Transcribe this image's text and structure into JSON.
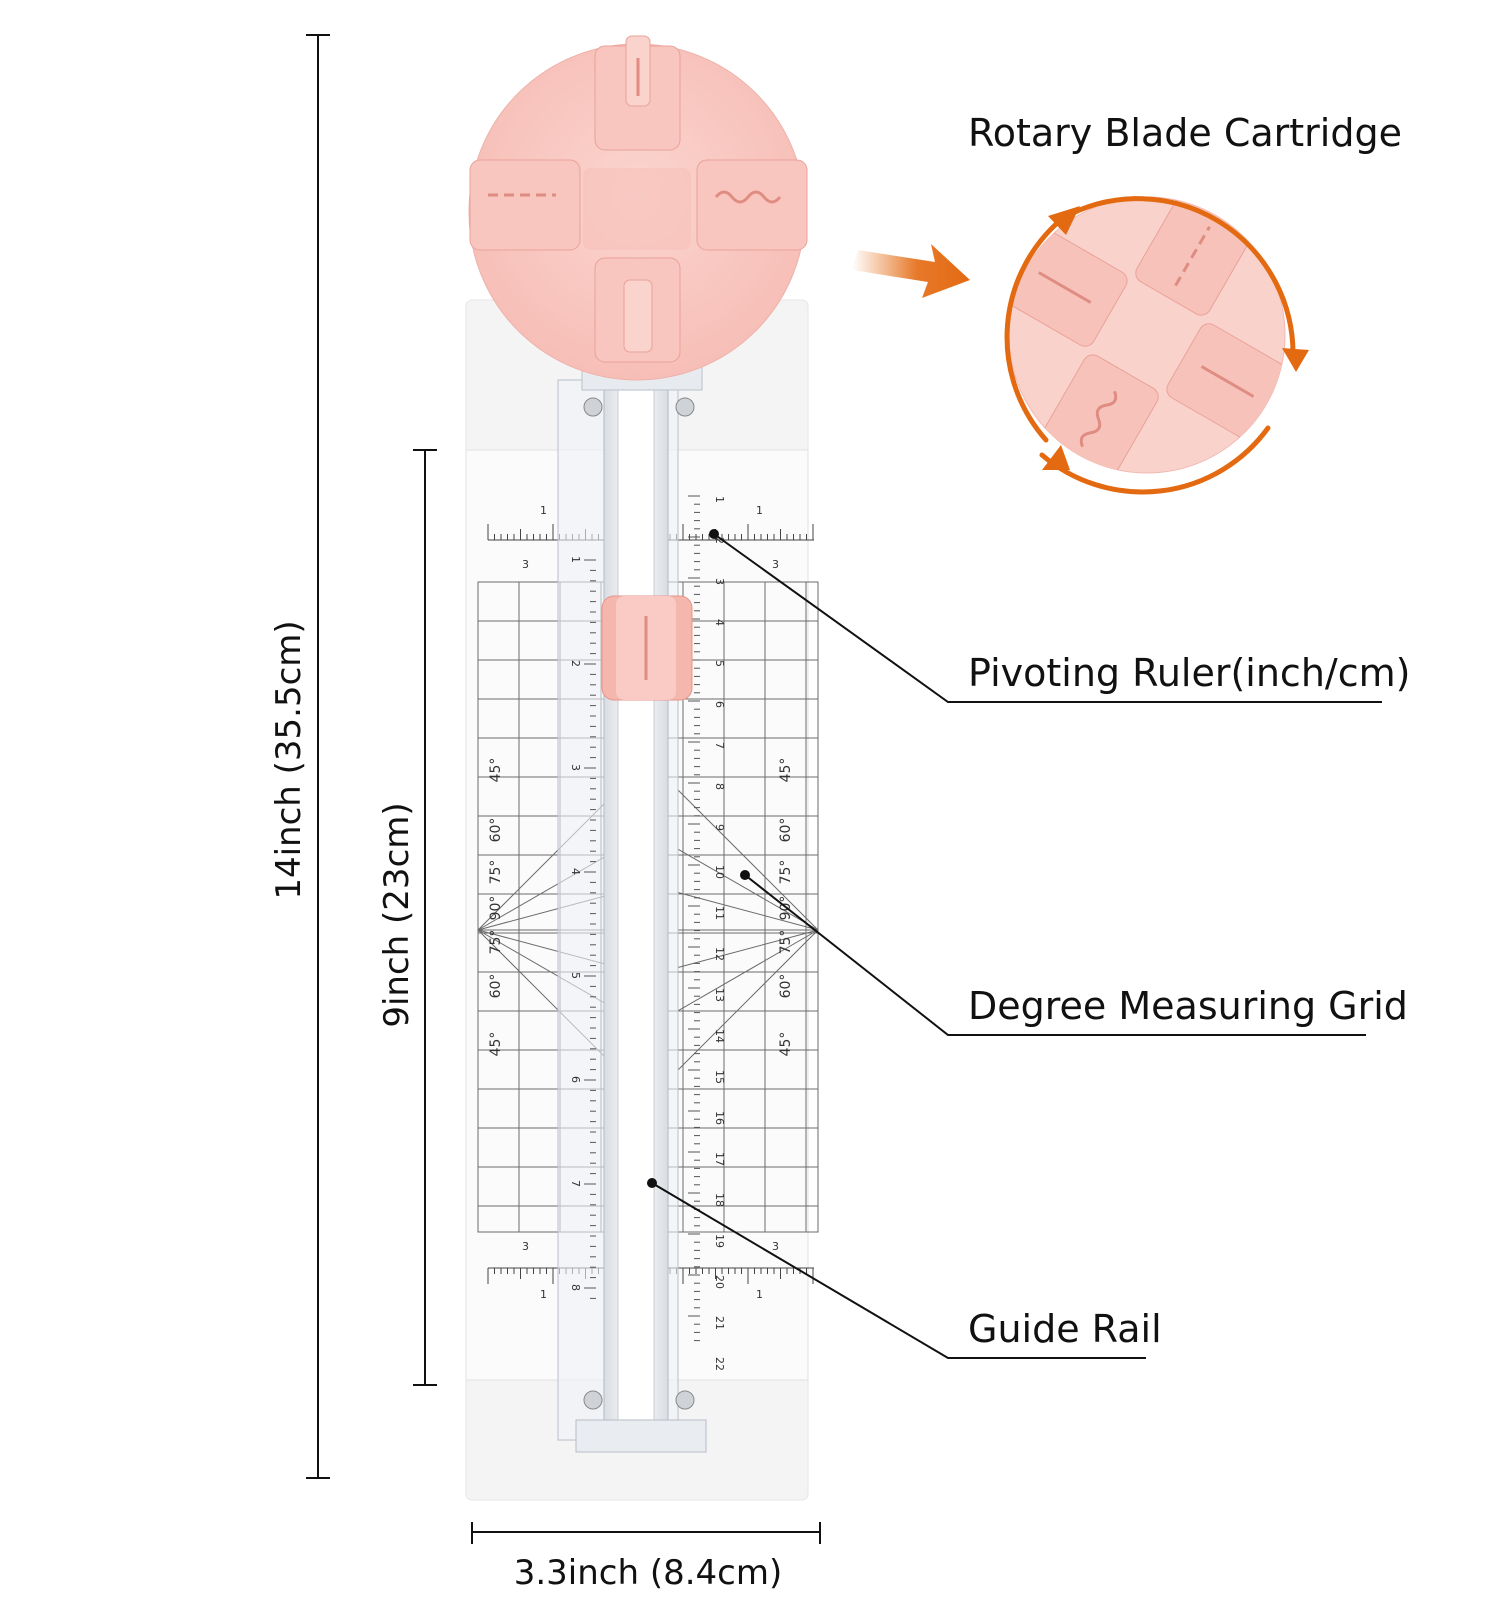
{
  "callouts": {
    "rotary_blade_cartridge": "Rotary Blade Cartridge",
    "pivoting_ruler": "Pivoting Ruler(inch/cm)",
    "degree_grid": "Degree Measuring Grid",
    "guide_rail": "Guide Rail"
  },
  "dimensions": {
    "total_length": "14inch (35.5cm)",
    "cutting_length": "9inch (23cm)",
    "width": "3.3inch (8.4cm)"
  },
  "ruler": {
    "cm_scale": [
      "1",
      "2",
      "3",
      "4",
      "5",
      "6",
      "7",
      "8",
      "9",
      "10",
      "11",
      "12",
      "13",
      "14",
      "15",
      "16",
      "17",
      "18",
      "19",
      "20",
      "21",
      "22"
    ],
    "inch_scale": [
      "1",
      "2",
      "3",
      "4",
      "5",
      "6",
      "7",
      "8"
    ],
    "side_inch": [
      "1",
      "3"
    ]
  },
  "angles": {
    "left": [
      "45°",
      "60°",
      "75°",
      "90°",
      "75°",
      "60°",
      "45°"
    ],
    "right": [
      "45°",
      "60°",
      "75°",
      "90°",
      "75°",
      "60°",
      "45°"
    ]
  },
  "colors": {
    "pink": "#f7c3bd",
    "pink_dark": "#eba59d",
    "orange": "#e46a12",
    "base": "#f3f3f3"
  },
  "icons": {
    "arrow": "orange-arrow-icon",
    "rotate": "rotation-arrows-icon"
  }
}
